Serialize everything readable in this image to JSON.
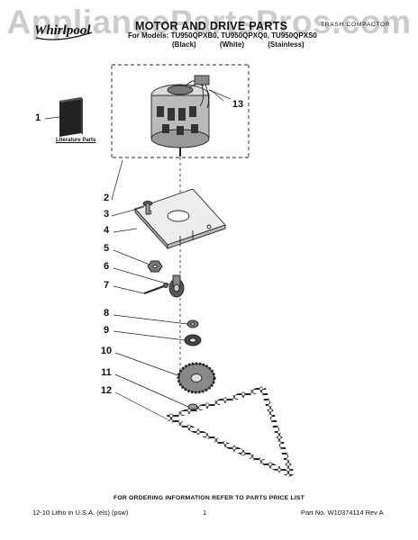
{
  "watermark": "AppliancePartsPros.com",
  "header": {
    "title": "MOTOR AND DRIVE PARTS",
    "subtitle": "TRASH COMPACTOR",
    "models": "For Models: TU950QPXB0, TU950QPXQ0, TU950QPXS0",
    "colors": [
      "(Black)",
      "(White)",
      "(Stainless)"
    ]
  },
  "diagram": {
    "literature_label": "Literature Parts",
    "callouts": [
      "1",
      "2",
      "3",
      "4",
      "5",
      "6",
      "7",
      "8",
      "9",
      "10",
      "11",
      "12",
      "13"
    ]
  },
  "footer": {
    "ordering": "FOR ORDERING INFORMATION REFER TO PARTS PRICE LIST",
    "left": "12-10 Litho in U.S.A. (els) (psw)",
    "page": "1",
    "right": "Part No. W10374114 Rev A"
  }
}
